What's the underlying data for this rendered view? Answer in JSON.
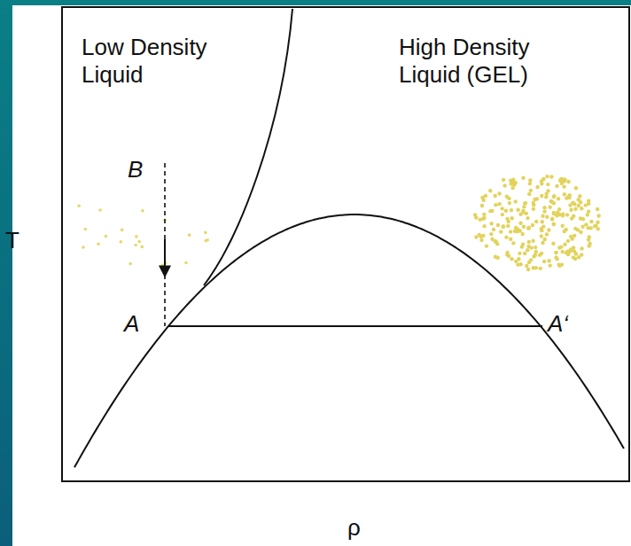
{
  "diagram": {
    "labels": [
      "Low Density Liquid",
      "High Density Liquid (GEL)",
      "B",
      "A",
      "A‘",
      "T",
      "ρ"
    ]
  }
}
